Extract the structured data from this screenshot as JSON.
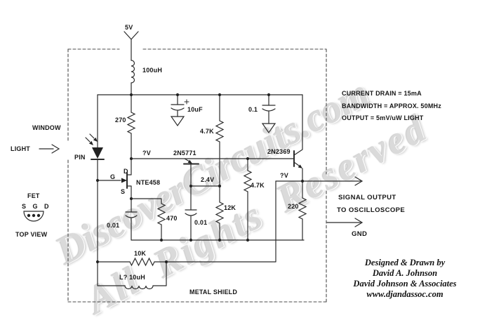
{
  "watermark": {
    "line1": "DiscoverCircuits.com",
    "line2": "All Rights Reserved"
  },
  "power": {
    "v5": "5V"
  },
  "shield": {
    "label": "METAL SHIELD",
    "window": "WINDOW"
  },
  "input": {
    "light": "LIGHT",
    "pin": "PIN"
  },
  "fet_view": {
    "title": "FET",
    "pins": "S G D",
    "caption": "TOP VIEW"
  },
  "components": {
    "l1": "100uH",
    "r_270": "270",
    "c_10uf": "10uF",
    "r_47k_top": "4.7K",
    "c_01": "0.1",
    "q_2n5771": "2N5771",
    "q_2n2369": "2N2369",
    "q_nte458": "NTE458",
    "pin_g": "G",
    "pin_d": "D",
    "pin_s": "S",
    "r_47k_mid": "4.7K",
    "r_12k": "12K",
    "c_001_left": "0.01",
    "c_001_mid": "0.01",
    "r_470": "470",
    "r_220": "220",
    "r_10k": "10K",
    "l2": "L?  10uH"
  },
  "nodes": {
    "v_drain": "?V",
    "v_base": "2.4V",
    "v_out": "?V"
  },
  "specs": {
    "line1": "CURRENT DRAIN = 15mA",
    "line2": "BANDWIDTH = APPROX. 50MHz",
    "line3": "OUTPUT =  5mV/uW LIGHT"
  },
  "output": {
    "signal1": "SIGNAL OUTPUT",
    "signal2": "TO OSCILLOSCOPE",
    "gnd": "GND"
  },
  "credits": {
    "line1": "Designed & Drawn by",
    "line2": "David A. Johnson",
    "line3": "David Johnson & Associates",
    "line4": "www.djandassoc.com"
  }
}
